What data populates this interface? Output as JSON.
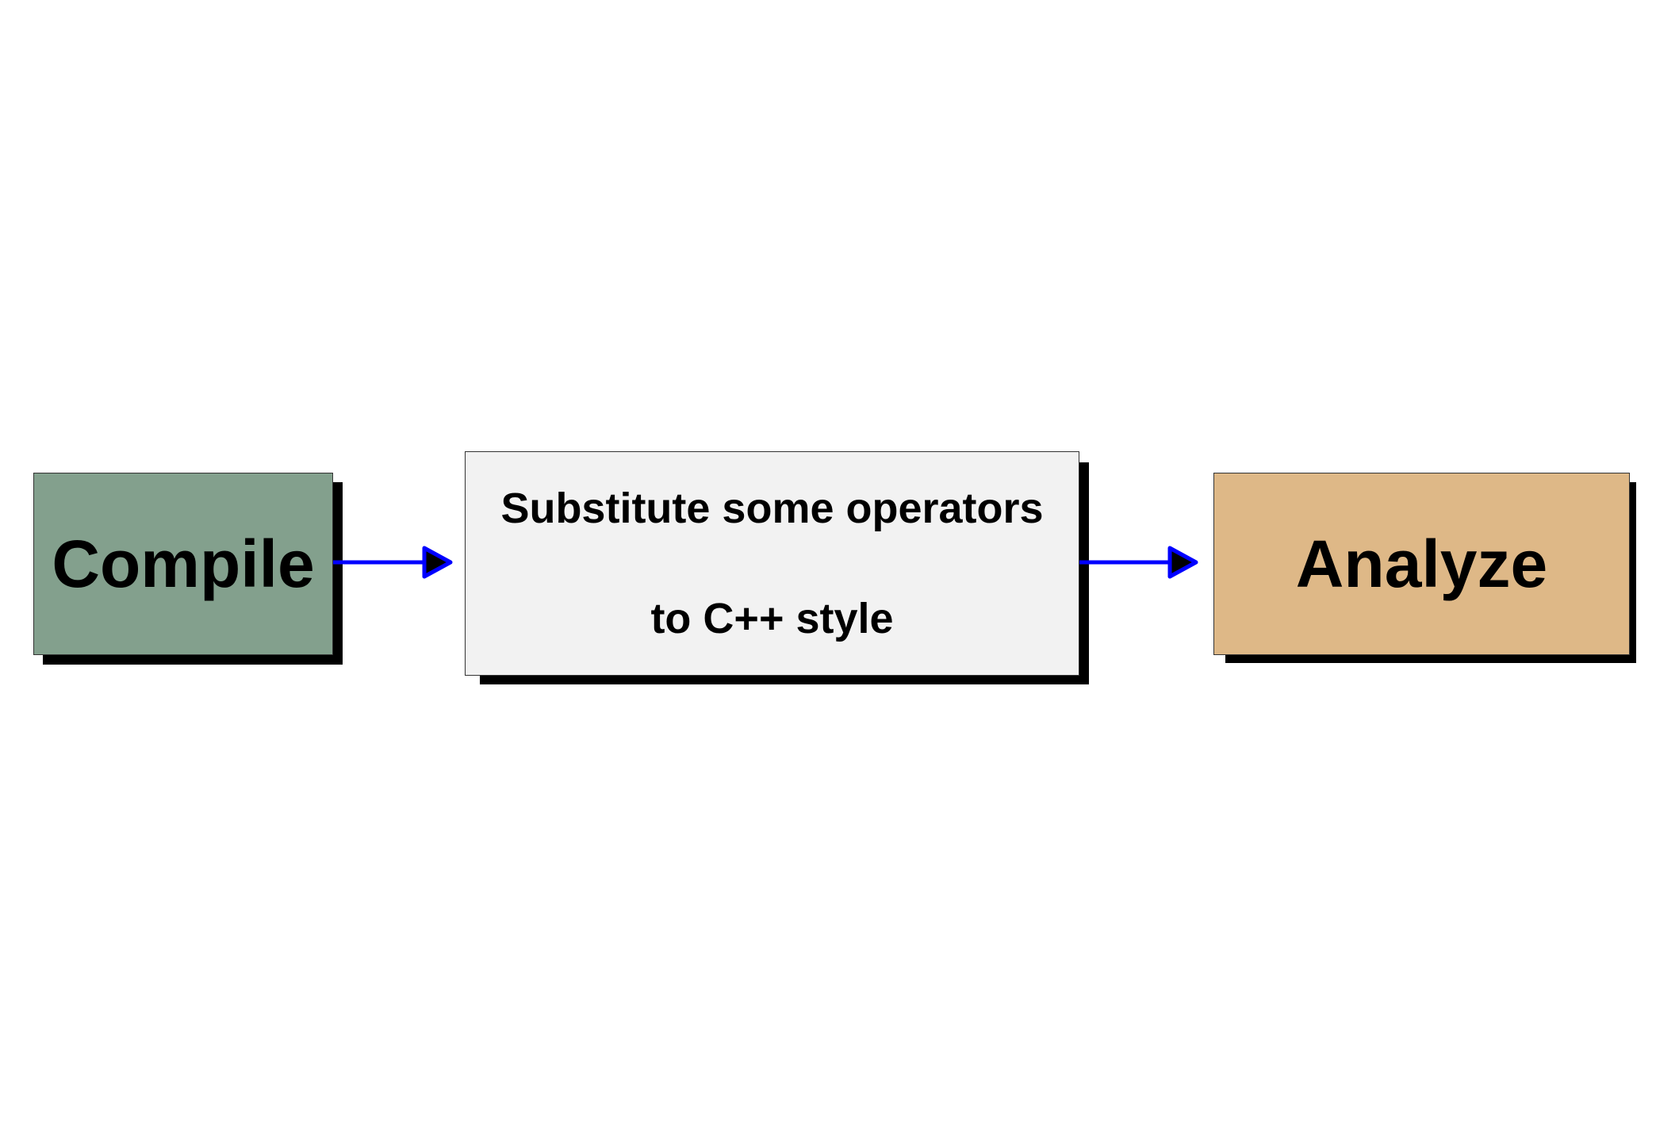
{
  "diagram": {
    "nodes": [
      {
        "id": "compile",
        "label": "Compile",
        "fill": "#83a08d"
      },
      {
        "id": "substitute",
        "lines": [
          "Substitute some operators",
          "to C++ style"
        ],
        "fill": "#f2f2f2"
      },
      {
        "id": "analyze",
        "label": "Analyze",
        "fill": "#deb887"
      }
    ],
    "edges": [
      {
        "from": "compile",
        "to": "substitute"
      },
      {
        "from": "substitute",
        "to": "analyze"
      }
    ],
    "colors": {
      "arrow": "#0000ff",
      "arrowhead_fill": "#000000",
      "shadow": "#000000",
      "border": "#333333"
    }
  }
}
